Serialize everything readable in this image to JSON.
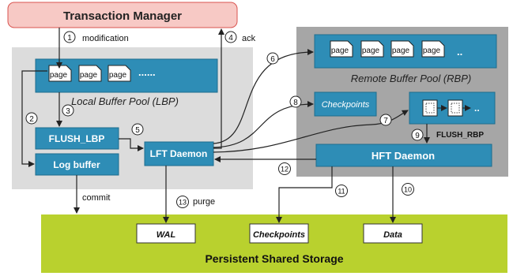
{
  "transaction_manager": "Transaction Manager",
  "local_buffer_pool": {
    "label": "Local Buffer Pool (LBP)",
    "pages": [
      "page",
      "page",
      "page"
    ],
    "ellipsis": "......"
  },
  "remote_buffer_pool": {
    "label": "Remote Buffer Pool (RBP)",
    "pages": [
      "page",
      "page",
      "page",
      "page"
    ],
    "ellipsis": ".."
  },
  "checkpoints_rbp": "Checkpoints",
  "flush_rbp": "FLUSH_RBP",
  "flush_rbp_ellipsis": "..",
  "flush_lbp": "FLUSH_LBP",
  "log_buffer": "Log buffer",
  "lft_daemon": "LFT Daemon",
  "hft_daemon": "HFT Daemon",
  "storage": {
    "label": "Persistent Shared Storage",
    "wal": "WAL",
    "checkpoints": "Checkpoints",
    "data": "Data"
  },
  "edge_labels": {
    "modification": "modification",
    "ack": "ack",
    "commit": "commit",
    "purge": "purge"
  },
  "step_numbers": [
    "1",
    "2",
    "3",
    "4",
    "5",
    "6",
    "7",
    "8",
    "9",
    "10",
    "11",
    "12",
    "13"
  ],
  "colors": {
    "tm_fill": "#f7c9c5",
    "tm_stroke": "#d9534f",
    "gray_region": "#dcdcdc",
    "remote_region": "#a6a6a6",
    "blue_box": "#2e8db6",
    "storage_fill": "#b9d12e"
  }
}
